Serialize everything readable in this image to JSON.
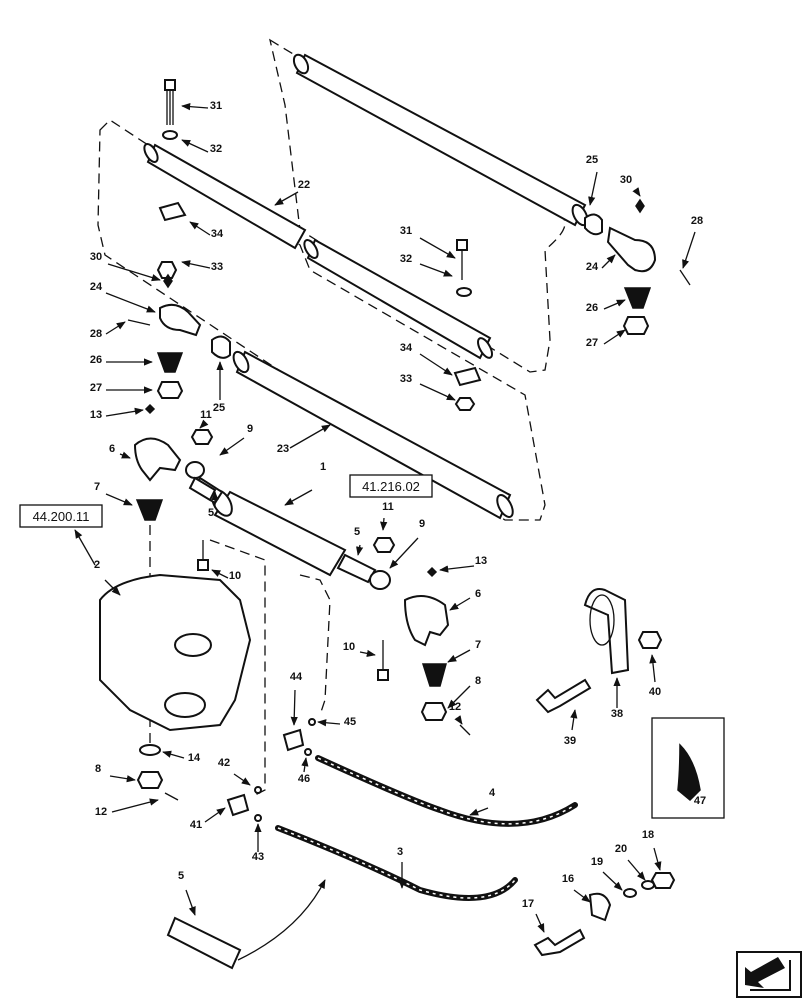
{
  "refs": {
    "cylinder_ref": "41.216.02",
    "steering_ref": "44.200.11"
  },
  "labels": [
    "31",
    "32",
    "22",
    "34",
    "33",
    "30",
    "24",
    "28",
    "26",
    "27",
    "13",
    "25",
    "11",
    "9",
    "6",
    "7",
    "23",
    "31",
    "32",
    "34",
    "33",
    "25",
    "30",
    "28",
    "24",
    "26",
    "27",
    "1",
    "5",
    "11",
    "9",
    "13",
    "6",
    "7",
    "8",
    "12",
    "2",
    "10",
    "10",
    "5",
    "44",
    "45",
    "46",
    "42",
    "14",
    "8",
    "12",
    "41",
    "43",
    "4",
    "3",
    "5",
    "38",
    "39",
    "40",
    "47",
    "17",
    "16",
    "19",
    "20",
    "18"
  ],
  "nav": {
    "icon": "next-page-arrow-icon"
  }
}
